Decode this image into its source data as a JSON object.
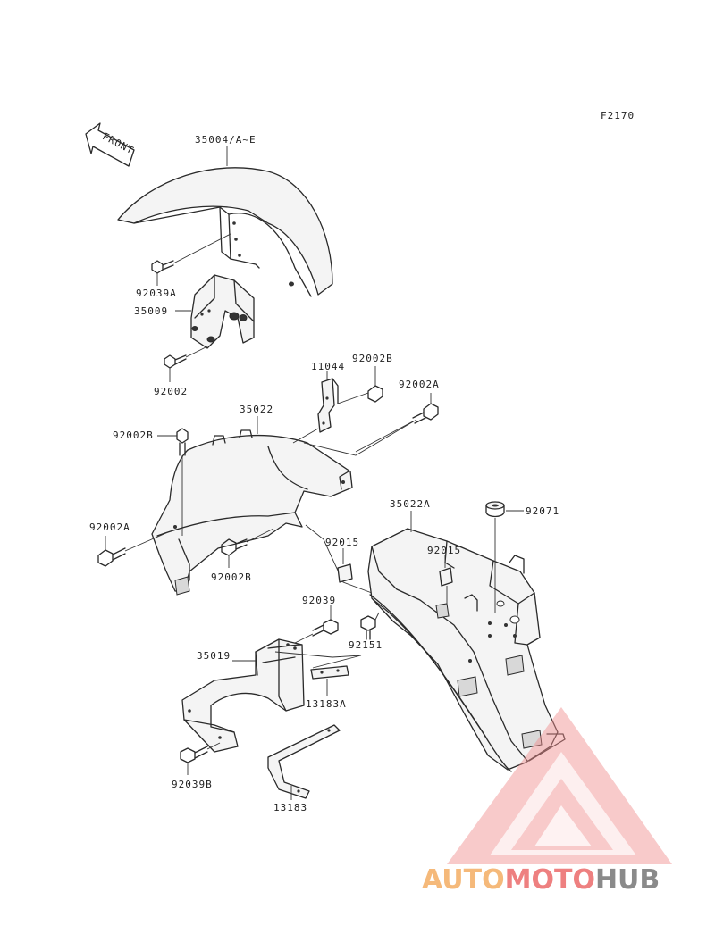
{
  "diagram": {
    "code": "F2170",
    "front_label": "FRONT",
    "parts": {
      "p35004": "35004/A~E",
      "p92039A": "92039A",
      "p35009": "35009",
      "p92002": "92002",
      "p11044": "11044",
      "p92002B_top": "92002B",
      "p92002A_top": "92002A",
      "p35022": "35022",
      "p92002B_left": "92002B",
      "p92002A_left": "92002A",
      "p92002B_low": "92002B",
      "p35022A": "35022A",
      "p92071": "92071",
      "p92015_a": "92015",
      "p92015_b": "92015",
      "p92039": "92039",
      "p92151": "92151",
      "p35019": "35019",
      "p13183A": "13183A",
      "p92039B": "92039B",
      "p13183": "13183"
    }
  },
  "watermark": {
    "part1": "AUTO",
    "part2": "MOTO",
    "part3": "HUB",
    "color_orange": "#f5b97a",
    "color_red": "#ee8080",
    "color_gray": "#8a8a8a"
  }
}
